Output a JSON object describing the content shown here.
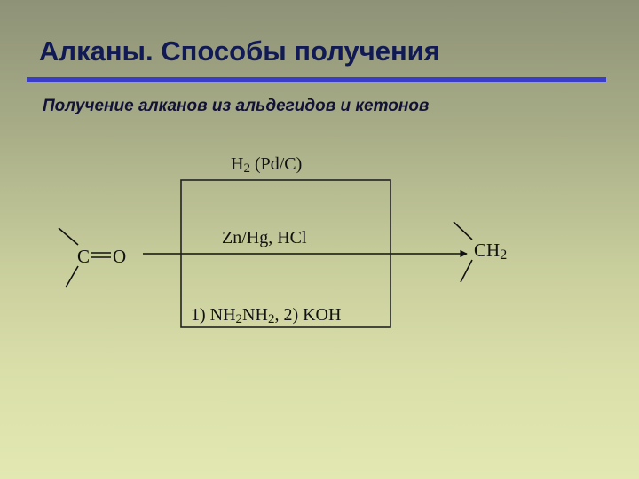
{
  "slide": {
    "title": "Алканы. Способы получения",
    "subtitle": "Получение алканов из альдегидов и кетонов"
  },
  "reaction": {
    "reactant": {
      "carbon": "C",
      "oxygen": "O"
    },
    "product": {
      "group": "CH",
      "subscript": "2"
    },
    "conditions": {
      "top": {
        "h": "H",
        "sub": "2",
        "rest": " (Pd/C)"
      },
      "middle": {
        "text": "Zn/Hg, HCl"
      },
      "bottom": {
        "p1": "1) NH",
        "s1": "2",
        "p2": "NH",
        "s2": "2",
        "p3": ", 2) KOH"
      }
    }
  }
}
